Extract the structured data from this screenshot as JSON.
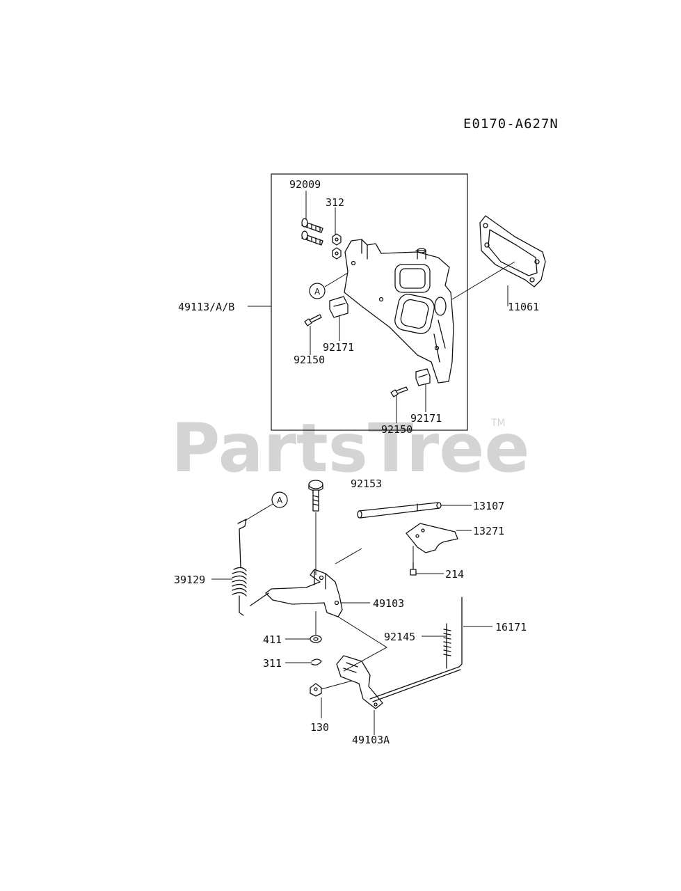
{
  "diagram_code": "E0170-A627N",
  "watermark": {
    "text": "PartsTree",
    "tm": "TM"
  },
  "ref_marker": "A",
  "parts": {
    "p92009": "92009",
    "p312": "312",
    "p49113": "49113/A/B",
    "p11061": "11061",
    "p92150a": "92150",
    "p92171a": "92171",
    "p92171b": "92171",
    "p92150b": "92150",
    "p92153": "92153",
    "p13107": "13107",
    "p13271": "13271",
    "p214": "214",
    "p39129": "39129",
    "p49103": "49103",
    "p411": "411",
    "p92145": "92145",
    "p16171": "16171",
    "p311": "311",
    "p130": "130",
    "p49103A": "49103A"
  }
}
